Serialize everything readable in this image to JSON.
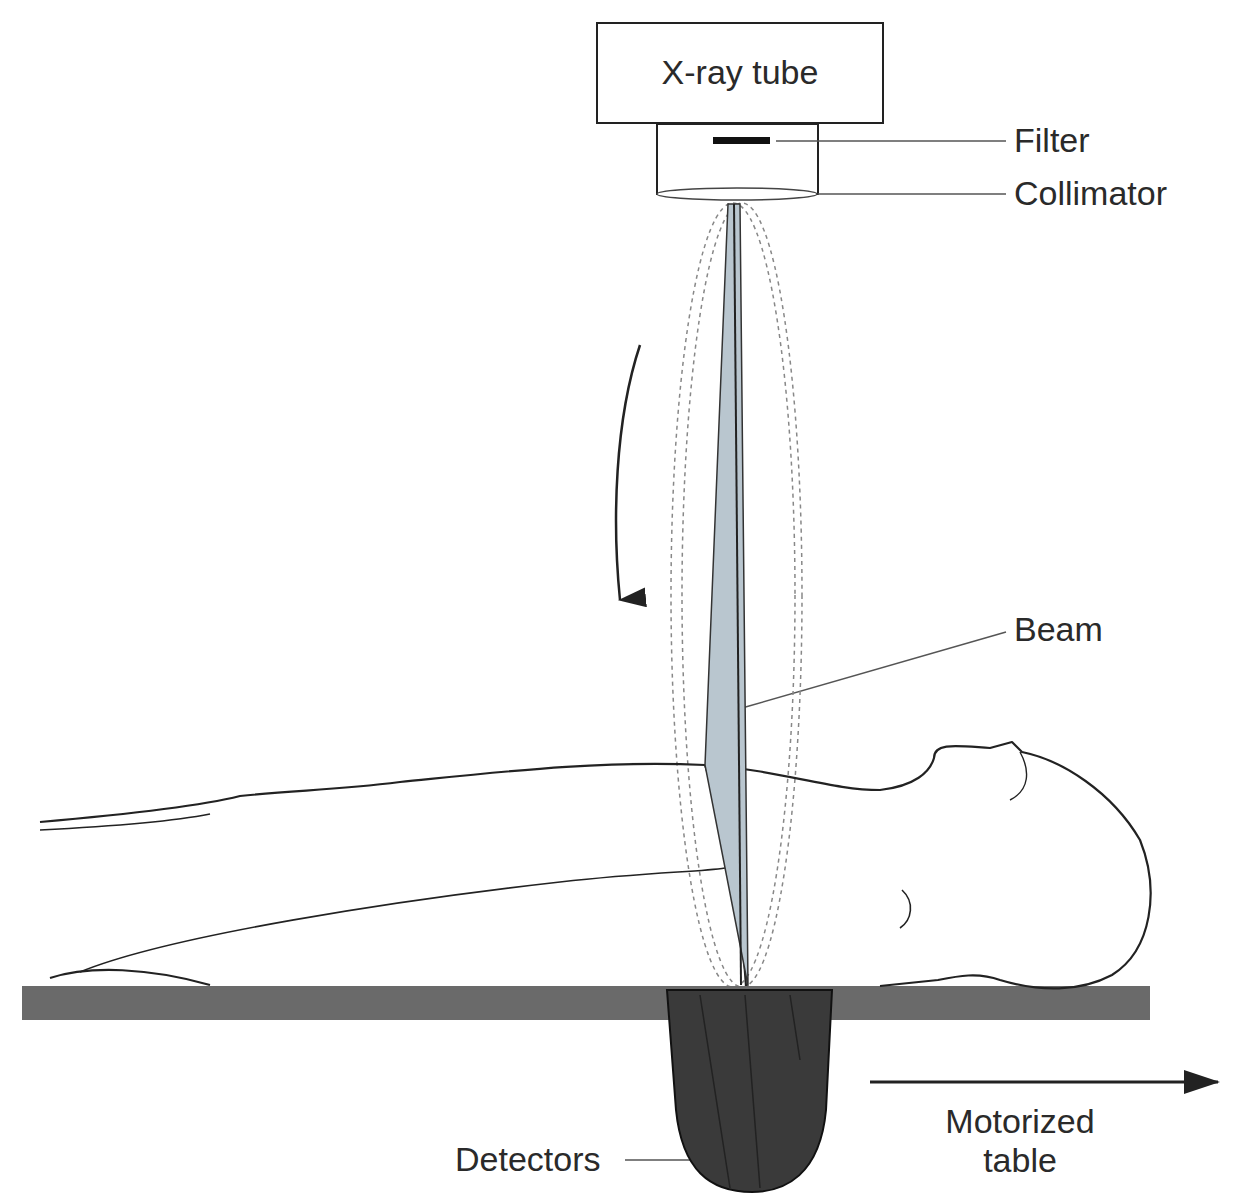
{
  "diagram": {
    "nodes": [
      {
        "text": [
          "X-ray tube"
        ]
      }
    ],
    "labels": [
      "Filter",
      "Collimator",
      "Beam",
      "Detectors",
      "Motorized table"
    ]
  }
}
